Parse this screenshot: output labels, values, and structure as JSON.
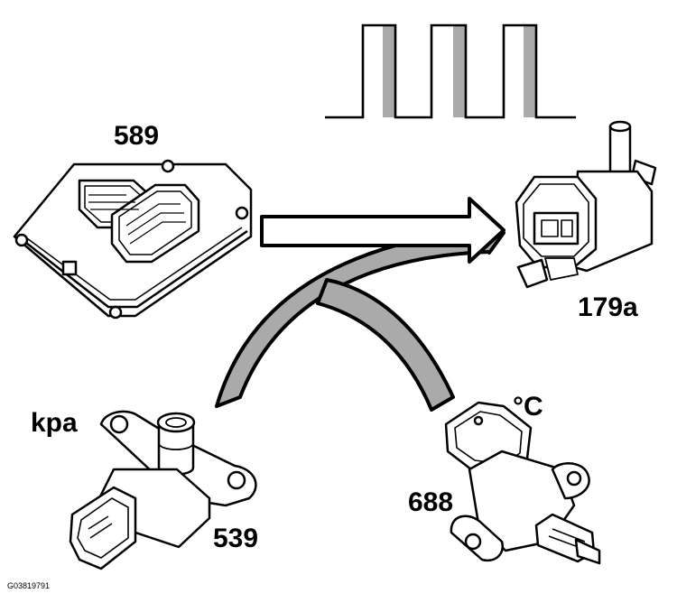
{
  "labels": {
    "ecu": "589",
    "valve": "179a",
    "pressure_unit": "kpa",
    "pressure_sensor": "539",
    "temp_unit": "°C",
    "temp_sensor": "688",
    "figure_id": "G03819791"
  },
  "icons": {
    "ecu": "engine-control-module-icon",
    "valve": "solenoid-valve-icon",
    "pressure_sensor": "pressure-sensor-icon",
    "temp_sensor": "temperature-sensor-icon",
    "signal": "pwm-signal-icon"
  },
  "colors": {
    "stroke": "#000000",
    "signal_fill": "#aaaaaa",
    "arrow_fill": "#aaaaaa",
    "background": "#ffffff"
  }
}
